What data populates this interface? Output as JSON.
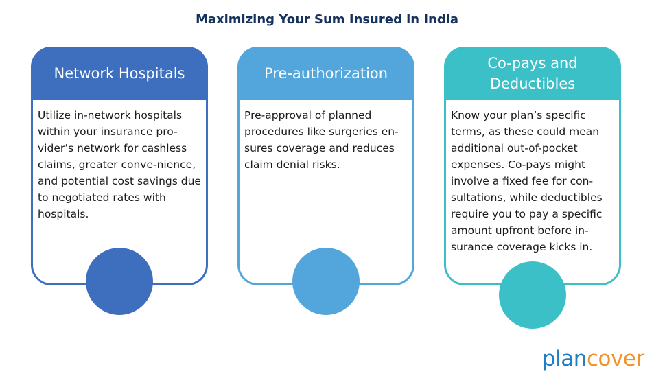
{
  "title": "Maximizing Your Sum Insured in India",
  "cards": [
    {
      "heading": "Network Hospitals",
      "body": "Utilize in-network hospitals within your insurance pro-vider’s network for cashless claims, greater conve-nience, and potential cost savings due to negotiated rates with hospitals.",
      "color": "#3d6fbe"
    },
    {
      "heading": "Pre-authorization",
      "body": "Pre-approval of planned procedures like surgeries en-sures coverage and reduces claim denial risks.",
      "color": "#52a6dc"
    },
    {
      "heading": "Co-pays and Deductibles",
      "body": "Know your plan’s specific terms, as these could mean additional out-of-pocket expenses. Co-pays might involve a fixed fee for con-sultations, while deductibles require you to pay a specific amount upfront before in-surance coverage kicks in.",
      "color": "#3bc0c8"
    }
  ],
  "logo": {
    "part1": "plan",
    "part2": "cover",
    "color1": "#1f7fc6",
    "color2": "#f0942a"
  }
}
